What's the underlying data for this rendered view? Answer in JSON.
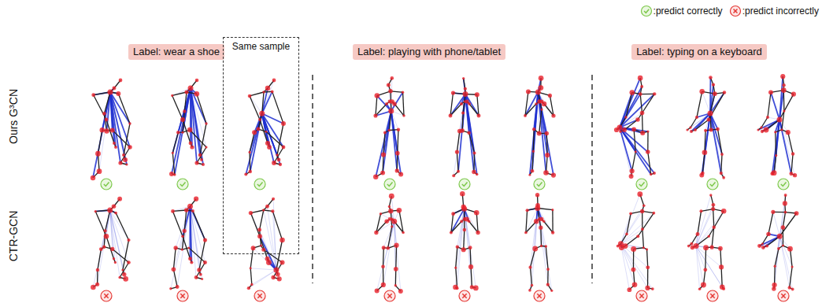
{
  "diagram": {
    "nodes": [
      {
        "text": [
          "Label: wear a shoe"
        ]
      },
      {
        "text": [
          "Same sample"
        ]
      },
      {
        "text": [
          "Label: playing with phone/tablet"
        ]
      },
      {
        "text": [
          "Label: typing on a keyboard"
        ]
      }
    ],
    "labels": [
      "Ours G³CN",
      "CTR-GCN"
    ],
    "legend": [
      {
        "text": ":predict correctly"
      },
      {
        "text": ":predict incorrectly"
      }
    ]
  }
}
